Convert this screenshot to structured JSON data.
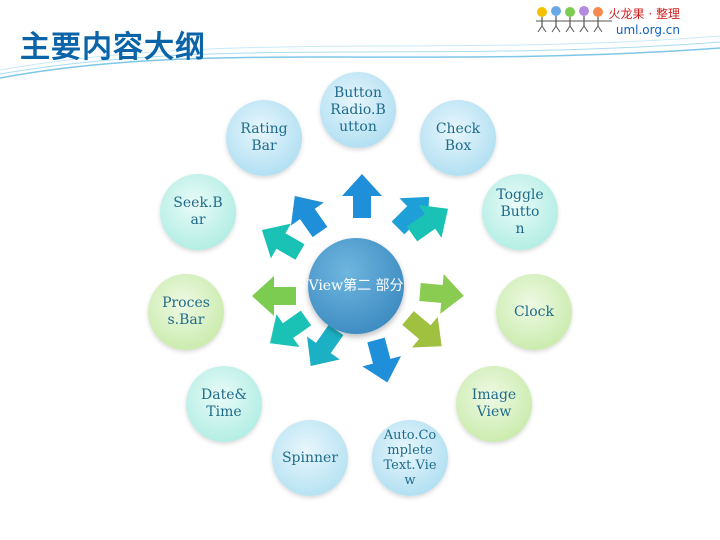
{
  "title": "主要内容大纲",
  "logo": {
    "name": "火龙果 · 整理",
    "url": "uml.org.cn"
  },
  "center": "View第二部分",
  "nodes": [
    "Button Radio Button",
    "Check Box",
    "Toggle Button",
    "Clock",
    "Image View",
    "Auto Complete Text View",
    "Spinner",
    "Date& Time",
    "Proces s Bar",
    "Seek Bar",
    "Rating Bar"
  ],
  "node_lines": {
    "button": [
      "Button",
      "Radio.B",
      "utton"
    ],
    "checkbox": [
      "Check",
      "Box"
    ],
    "toggle": [
      "Toggle",
      "Butto",
      "n"
    ],
    "clock": [
      "Clock"
    ],
    "imageview": [
      "Image",
      "View"
    ],
    "autocomplete": [
      "Auto.Co",
      "mplete",
      "Text.Vie",
      "w"
    ],
    "spinner": [
      "Spinner"
    ],
    "datetime": [
      "Date&",
      "Time"
    ],
    "progress": [
      "Proces",
      "s.Bar"
    ],
    "seekbar": [
      "Seek.B",
      "ar"
    ],
    "ratingbar": [
      "Rating",
      "Bar"
    ],
    "center": [
      "View第二",
      "部分"
    ]
  },
  "colors": {
    "title": "#0b63a8",
    "center": "#3a8fc4",
    "node_blue": "#aee1f2",
    "node_teal": "#a9eee3",
    "node_green": "#c6eaa6",
    "arrow_blue": "#1e8fd8",
    "arrow_teal": "#19c2b4",
    "arrow_green": "#7ccc52"
  }
}
